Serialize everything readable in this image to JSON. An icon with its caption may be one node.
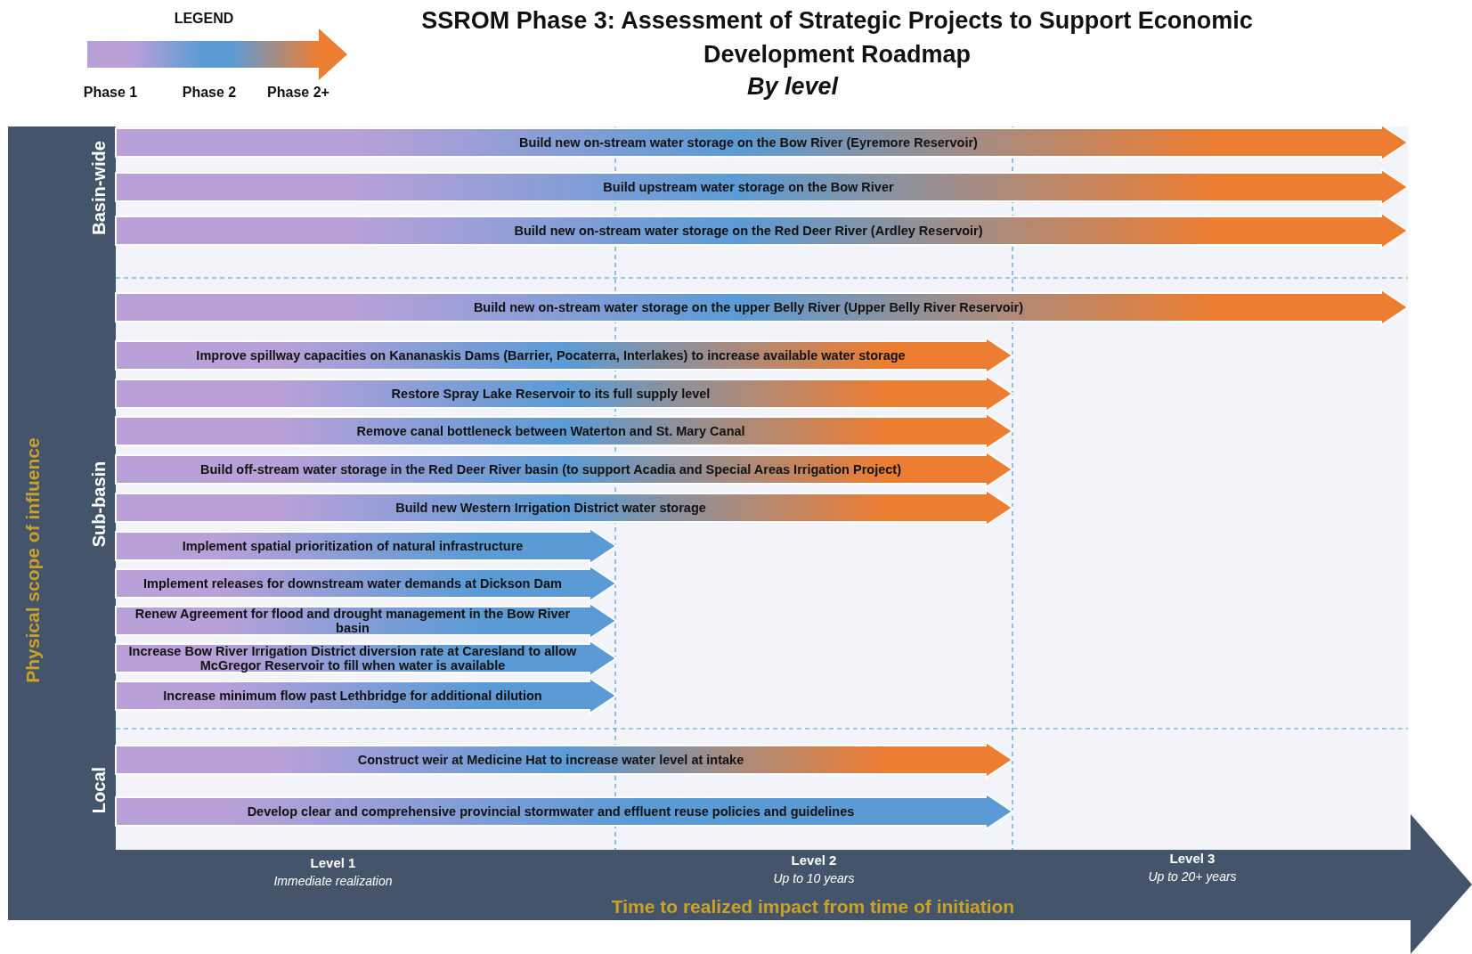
{
  "diagram": {
    "title": "SSROM Phase 3: Assessment of Strategic Projects to Support Economic Development Roadmap",
    "nodes": [
      {
        "text": [
          "Build new on-stream water storage on the Bow River (Eyremore Reservoir)"
        ]
      },
      {
        "text": [
          "Build upstream water storage on the Bow River"
        ]
      },
      {
        "text": [
          "Build new on-stream water storage on the Red Deer River (Ardley Reservoir)"
        ]
      },
      {
        "text": [
          "Build new on-stream water storage on the upper Belly River (Upper Belly River Reservoir)"
        ]
      },
      {
        "text": [
          "Improve spillway capacities on Kananaskis Dams (Barrier, Pocaterra, Interlakes) to increase available water storage"
        ]
      },
      {
        "text": [
          "Restore Spray Lake Reservoir to its full supply level"
        ]
      },
      {
        "text": [
          "Remove canal bottleneck between Waterton and St. Mary Canal"
        ]
      },
      {
        "text": [
          "Build off-stream water storage in the Red Deer River basin (to support Acadia and Special Areas Irrigation Project)"
        ]
      },
      {
        "text": [
          "Build new Western Irrigation District water storage"
        ]
      },
      {
        "text": [
          "Implement spatial prioritization of natural infrastructure"
        ]
      },
      {
        "text": [
          "Implement releases for downstream water demands at Dickson Dam"
        ]
      },
      {
        "text": [
          "Renew Agreement for flood and drought management in the Bow River basin"
        ]
      },
      {
        "text": [
          "Increase Bow River Irrigation District diversion rate at Caresland to allow McGregor Reservoir to fill when water is available"
        ]
      },
      {
        "text": [
          "Increase minimum flow past Lethbridge for additional dilution"
        ]
      },
      {
        "text": [
          "Construct weir at Medicine Hat to increase water level at intake"
        ]
      },
      {
        "text": [
          "Develop clear and comprehensive provincial stormwater and effluent reuse policies and guidelines"
        ]
      }
    ],
    "labels": [
      "LEGEND",
      "By level",
      "Basin-wide",
      "Sub-basin",
      "Local",
      "Physical scope of influence",
      "Level 1",
      "Immediate realization",
      "Level 2",
      "Up to 10 years",
      "Level 3",
      "Up to 20+ years",
      "Time to realized impact from time of initiation"
    ],
    "legend": [
      {
        "text": "Phase 1",
        "color": "#b9a0d8"
      },
      {
        "text": "Phase 2",
        "color": "#5b9bd5"
      },
      {
        "text": "Phase 2+",
        "color": "#ed7d31"
      }
    ]
  }
}
